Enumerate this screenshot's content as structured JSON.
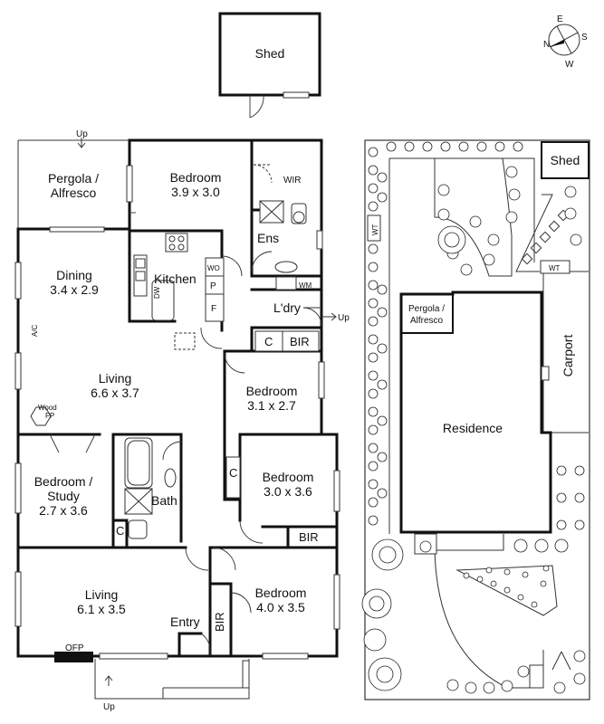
{
  "rooms": {
    "shed_top": "Shed",
    "pergola": [
      "Pergola /",
      "Alfresco"
    ],
    "bedroom1": {
      "name": "Bedroom",
      "dim": "3.9 x 3.0"
    },
    "wir": "WIR",
    "ens": "Ens",
    "dining": {
      "name": "Dining",
      "dim": "3.4 x 2.9"
    },
    "kitchen": "Kitchen",
    "wo": "WO",
    "p": "P",
    "f": "F",
    "dw": "DW",
    "wm": "WM",
    "ldry": "L'dry",
    "c1": "C",
    "bir1": "BIR",
    "ac": "A/C",
    "living1": {
      "name": "Living",
      "dim": "6.6 x 3.7"
    },
    "wood_fp": [
      "Wood",
      "FP"
    ],
    "bedroom2": {
      "name": "Bedroom",
      "dim": "3.1 x 2.7"
    },
    "bedroom_study": [
      "Bedroom /",
      "Study",
      "2.7 x 3.6"
    ],
    "bath": "Bath",
    "c2": "C",
    "c3": "C",
    "bedroom3": {
      "name": "Bedroom",
      "dim": "3.0 x 3.6"
    },
    "bir2": "BIR",
    "living2": {
      "name": "Living",
      "dim": "6.1 x 3.5"
    },
    "entry": "Entry",
    "bir3": "BIR",
    "bedroom4": {
      "name": "Bedroom",
      "dim": "4.0 x 3.5"
    },
    "ofp": "OFP"
  },
  "arrows": {
    "up_top": "Up",
    "up_laundry": "Up",
    "up_bottom": "Up"
  },
  "site": {
    "shed": "Shed",
    "pergola": [
      "Pergola /",
      "Alfresco"
    ],
    "residence": "Residence",
    "carport": "Carport",
    "wt_left": "WT",
    "wt_right": "WT"
  },
  "compass": {
    "n": "N",
    "e": "E",
    "s": "S",
    "w": "W"
  }
}
